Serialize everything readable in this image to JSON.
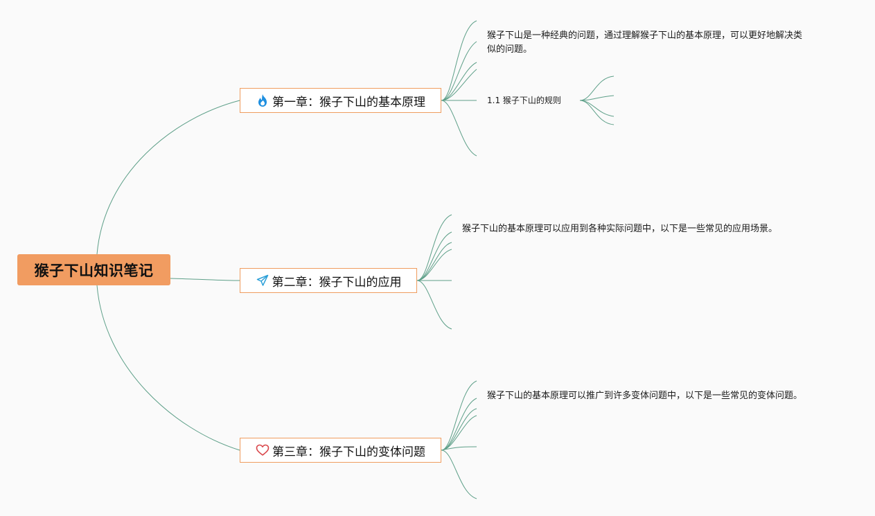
{
  "root": {
    "label": "猴子下山知识笔记"
  },
  "chapters": [
    {
      "label": "第一章：猴子下山的基本原理",
      "icon": "flame-icon",
      "icon_color": "#1e8fe0",
      "note": "猴子下山是一种经典的问题，通过理解猴子下山的基本原理，可以更好地解决类似的问题。",
      "note_line1": "猴子下山是一种经典的问题，通过理解猴子下山的基本原理，可以更好地解决类",
      "note_line2": "似的问题。",
      "sub": {
        "label": "1.1 猴子下山的规则"
      }
    },
    {
      "label": "第二章：猴子下山的应用",
      "icon": "paper-plane-icon",
      "icon_color": "#2a9fd8",
      "note": "猴子下山的基本原理可以应用到各种实际问题中，以下是一些常见的应用场景。"
    },
    {
      "label": "第三章：猴子下山的变体问题",
      "icon": "heart-icon",
      "icon_color": "#d9464a",
      "note": "猴子下山的基本原理可以推广到许多变体问题中，以下是一些常见的变体问题。"
    }
  ],
  "colors": {
    "link": "#5d9f88",
    "root_fill": "#f19c61",
    "chapter_border": "#ef9c5e",
    "background": "#fafafa"
  }
}
